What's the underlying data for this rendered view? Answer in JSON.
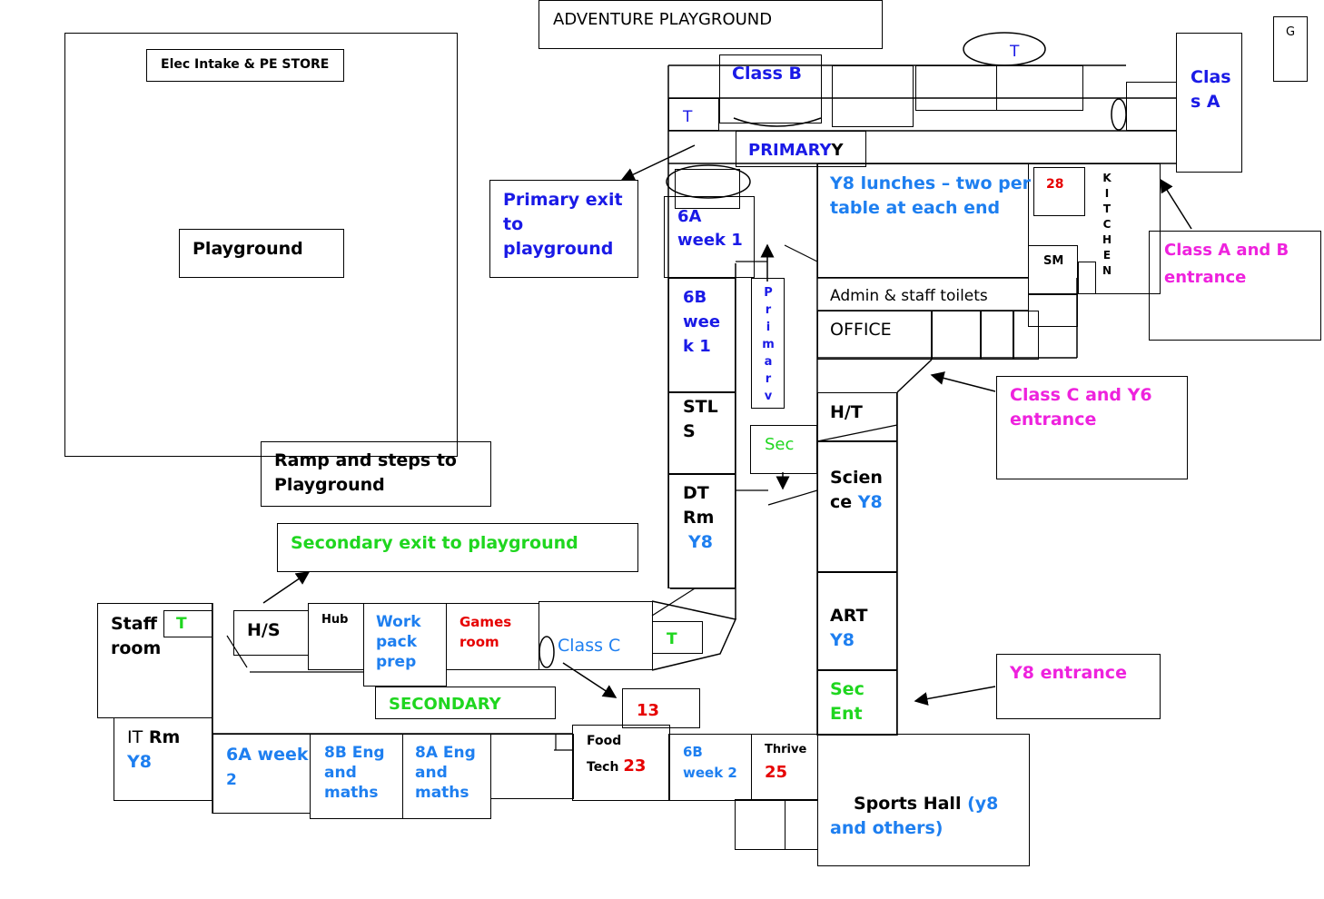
{
  "colors": {
    "black": "#000000",
    "dark_blue": "#1a1ae6",
    "light_blue": "#1e7ff0",
    "green": "#1fd61f",
    "red": "#e60000",
    "magenta": "#ee22dd"
  },
  "labels": {
    "adventure_playground": "ADVENTURE PLAYGROUND",
    "g": "G",
    "elec_intake": "Elec Intake & PE STORE",
    "playground": "Playground",
    "ramp_steps": "Ramp and steps to",
    "ramp_steps_2": "Playground",
    "primary_exit": "Primary exit",
    "primary_exit_2": "to",
    "primary_exit_3": "playground",
    "secondary_exit": "Secondary exit to playground",
    "class_b": "Class B",
    "class_a_1": "Clas",
    "class_a_2": "s A",
    "t_top": "T",
    "t_left": "T",
    "t_staff": "T",
    "t_classc": "T",
    "primary_banner": "PRIMARY",
    "primary_banner_tail": "Y",
    "six_a_w1_1": "6A",
    "six_a_w1_2": "week 1",
    "y8_lunches_1": "Y8 lunches – two per",
    "y8_lunches_2": "table at each end",
    "room_28": "28",
    "kitchen_letters": [
      "K",
      "I",
      "T",
      "C",
      "H",
      "E",
      "N"
    ],
    "sm": "SM",
    "class_ab_entrance_1": "Class A and B",
    "class_ab_entrance_2": "entrance",
    "six_b_w1_1": "6B",
    "six_b_w1_2": "wee",
    "six_b_w1_3": "k 1",
    "primary_vertical_letters": [
      "P",
      "r",
      "i",
      "m",
      "a",
      "r",
      "y"
    ],
    "admin_toilets": "Admin & staff toilets",
    "office": "OFFICE",
    "class_c_y6_entrance_1": "Class C and Y6",
    "class_c_y6_entrance_2": "entrance",
    "stls_1": "STL",
    "stls_2": "S",
    "ht": "H/T",
    "sec_small": "Sec",
    "science_1": "Scien",
    "science_2": "ce",
    "science_y8": "Y8",
    "dt_1": "DT",
    "dt_2": "Rm",
    "dt_y8": "Y8",
    "art": "ART",
    "art_y8": "Y8",
    "sec_ent_1": "Sec",
    "sec_ent_2": "Ent",
    "y8_entrance": "Y8 entrance",
    "staff_room_1": "Staff",
    "staff_room_2": "room",
    "hs": "H/S",
    "hub": "Hub",
    "work_pack_1": "Work",
    "work_pack_2": "pack",
    "work_pack_3": "prep",
    "games_1": "Games",
    "games_2": "room",
    "class_c": "Class C",
    "secondary_banner": "SECONDARY",
    "room_13": "13",
    "it_room_1": "IT",
    "it_room_rm": "Rm",
    "it_room_y8": "Y8",
    "six_a_w2_1": "6A week",
    "six_a_w2_2": "2",
    "eight_b_1": "8B Eng",
    "eight_b_2": "and",
    "eight_b_3": "maths",
    "eight_a_1": "8A Eng",
    "eight_a_2": "and",
    "eight_a_3": "maths",
    "food_tech_1": "Food",
    "food_tech_2": "Tech",
    "food_tech_num": "23",
    "six_b_w2_1": "6B",
    "six_b_w2_2": "week 2",
    "thrive": "Thrive",
    "thrive_num": "25",
    "sports_hall": "Sports Hall",
    "sports_hall_extra": "(y8",
    "sports_hall_extra_2": "and others)"
  }
}
